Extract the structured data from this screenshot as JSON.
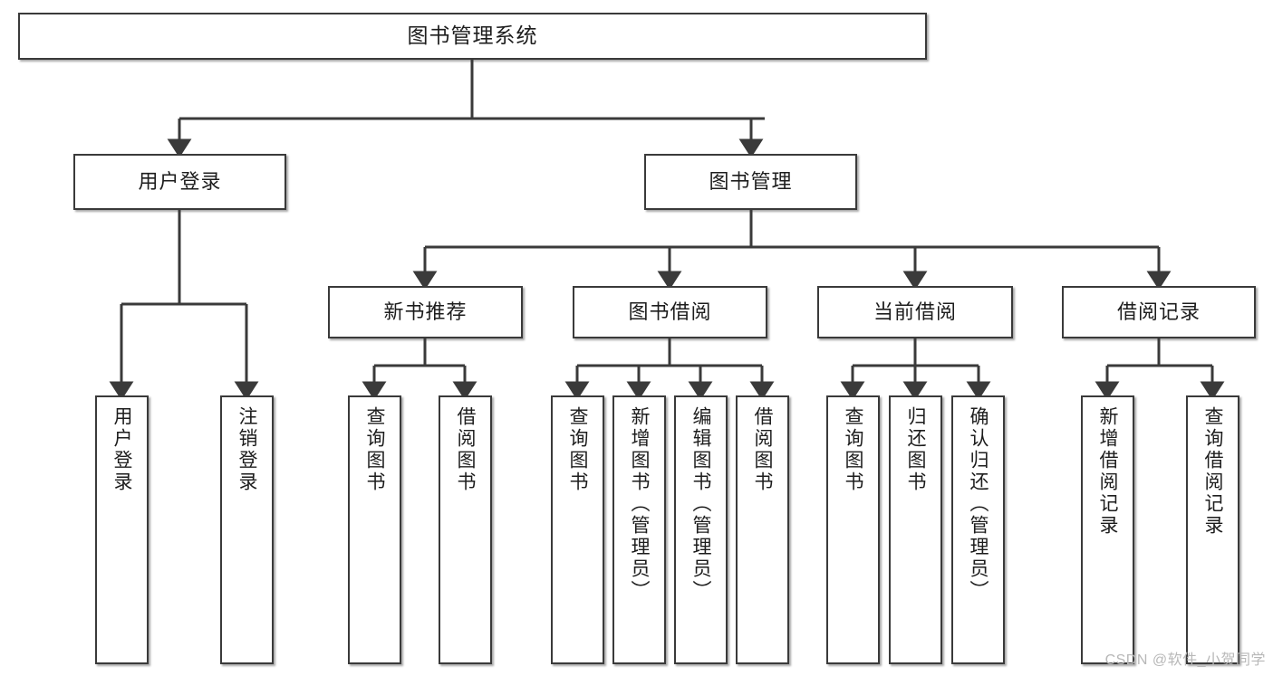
{
  "diagram": {
    "title": "图书管理系统",
    "type": "tree-hierarchy-diagram",
    "root": {
      "label": "图书管理系统"
    },
    "level1": [
      {
        "label": "用户登录"
      },
      {
        "label": "图书管理"
      }
    ],
    "level2": [
      {
        "label": "新书推荐"
      },
      {
        "label": "图书借阅"
      },
      {
        "label": "当前借阅"
      },
      {
        "label": "借阅记录"
      }
    ],
    "leaves": {
      "user_login": [
        {
          "label": "用户登录"
        },
        {
          "label": "注销登录"
        }
      ],
      "new_book_recommend": [
        {
          "label": "查询图书"
        },
        {
          "label": "借阅图书"
        }
      ],
      "book_borrow": [
        {
          "label": "查询图书"
        },
        {
          "label": "新增图书（管理员）"
        },
        {
          "label": "编辑图书（管理员）"
        },
        {
          "label": "借阅图书"
        }
      ],
      "current_borrow": [
        {
          "label": "查询图书"
        },
        {
          "label": "归还图书"
        },
        {
          "label": "确认归还（管理员）"
        }
      ],
      "borrow_record": [
        {
          "label": "新增借阅记录"
        },
        {
          "label": "查询借阅记录"
        }
      ]
    }
  },
  "watermark": {
    "text": "CSDN @软件_小贺同学"
  },
  "colors": {
    "stroke": "#3a3a3a",
    "fill": "#ffffff",
    "text": "#1d1d1d",
    "watermark": "#b8b8b8"
  }
}
